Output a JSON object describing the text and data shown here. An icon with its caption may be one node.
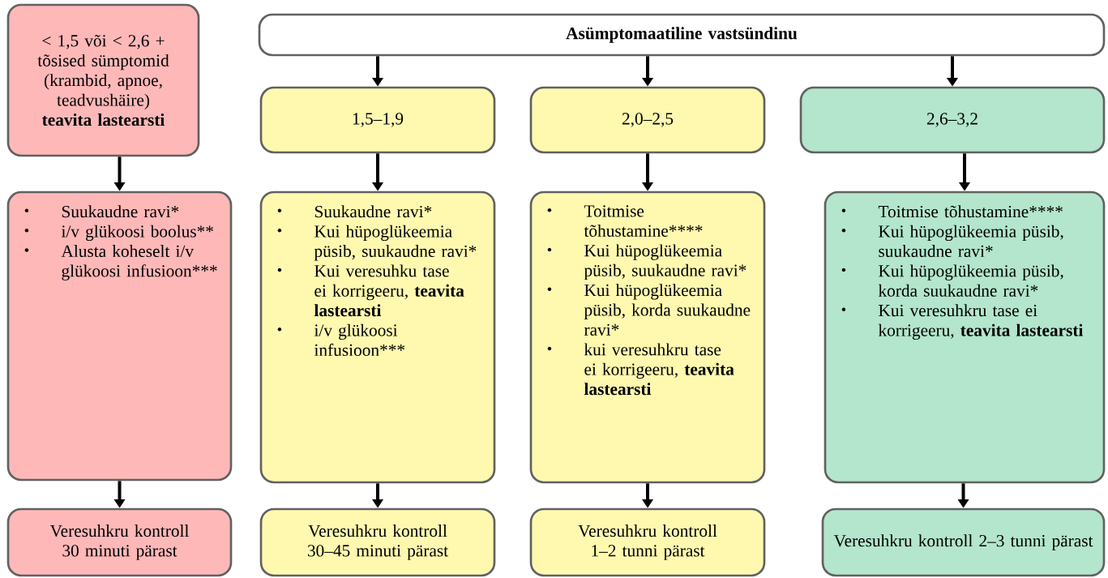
{
  "diagram": {
    "nodes": [
      {
        "text": [
          "< 1,5 või < 2,6 + tõsised sümptomid (krambid, apnoe, teadvushäire)",
          "teavita lastearsti"
        ]
      },
      {
        "text": [
          "Asümptomaatiline vastsündinu"
        ]
      },
      {
        "text": [
          "1,5–1,9"
        ]
      },
      {
        "text": [
          "2,0–2,5"
        ]
      },
      {
        "text": [
          "2,6–3,2"
        ]
      },
      {
        "text": [
          "Suukaudne ravi*",
          "i/v glükoosi boolus**",
          "Alusta koheselt i/v glükoosi infusioon***"
        ]
      },
      {
        "text": [
          "Suukaudne ravi*",
          "Kui hüpoglükeemia püsib, suukaudne ravi*",
          "Kui veresuhku tase ei korrigeeru, **teavita lastearsti**",
          "i/v glükoosi infusioon***"
        ]
      },
      {
        "text": [
          "Toitmise tõhustamine****",
          "Kui hüpoglükeemia püsib, suukaudne ravi*",
          "Kui hüpoglükeemia püsib, korda suukaudne ravi*",
          "kui veresuhkru tase ei korrigeeru, **teavita lastearsti**"
        ]
      },
      {
        "text": [
          "Toitmise tõhustamine****",
          "Kui hüpoglükeemia püsib, suukaudne ravi*",
          "Kui hüpoglükeemia püsib, korda suukaudne ravi*",
          "Kui veresuhkru tase ei korrigeeru, **teavita lastearsti**"
        ]
      },
      {
        "text": [
          "Veresuhkru kontroll 30 minuti pärast"
        ]
      },
      {
        "text": [
          "Veresuhkru kontroll 30–45 minuti pärast"
        ]
      },
      {
        "text": [
          "Veresuhkru kontroll 1–2 tunni pärast"
        ]
      },
      {
        "text": [
          "Veresuhkru kontroll 2–3 tunni pärast"
        ]
      }
    ],
    "edges": [
      {
        "from": 0,
        "to": 5,
        "arrow": "to"
      },
      {
        "from": 1,
        "to": 2,
        "arrow": "to"
      },
      {
        "from": 1,
        "to": 3,
        "arrow": "to"
      },
      {
        "from": 1,
        "to": 4,
        "arrow": "to"
      },
      {
        "from": 2,
        "to": 6,
        "arrow": "to"
      },
      {
        "from": 3,
        "to": 7,
        "arrow": "to"
      },
      {
        "from": 4,
        "to": 8,
        "arrow": "to"
      },
      {
        "from": 5,
        "to": 9,
        "arrow": "to"
      },
      {
        "from": 6,
        "to": 10,
        "arrow": "to"
      },
      {
        "from": 7,
        "to": 11,
        "arrow": "to"
      },
      {
        "from": 8,
        "to": 12,
        "arrow": "to"
      }
    ]
  }
}
